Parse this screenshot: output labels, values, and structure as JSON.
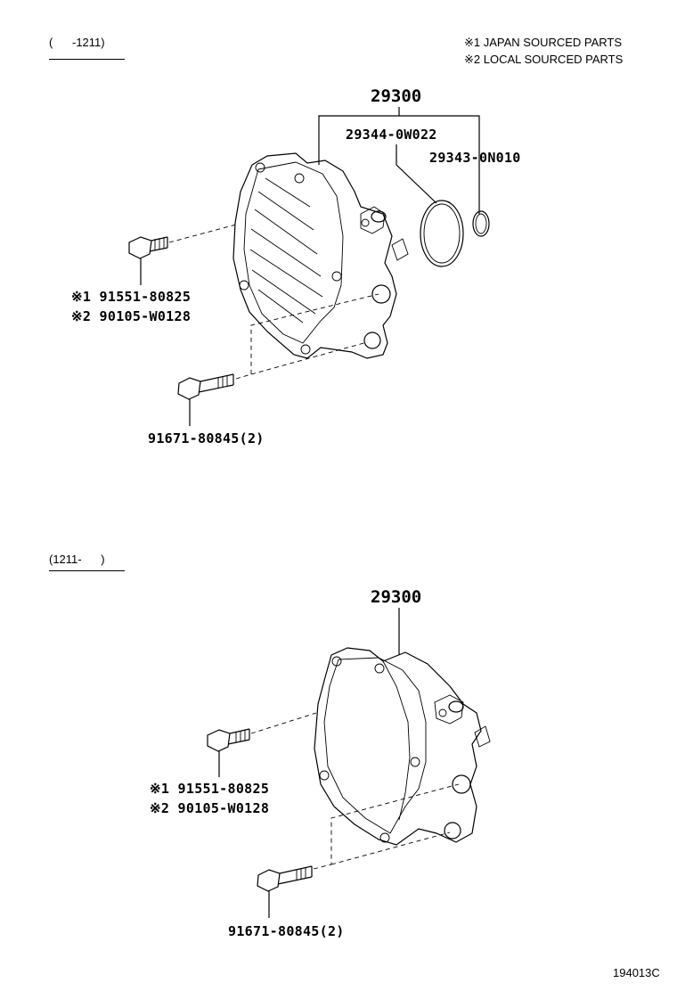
{
  "legend": {
    "note1": "※1 JAPAN SOURCED PARTS",
    "note2": "※2 LOCAL SOURCED PARTS"
  },
  "section_top": {
    "range": "(      -1211)",
    "assembly": "29300",
    "oring_large": "29344-0W022",
    "oring_small": "29343-0N010",
    "bolt_a1": "※1 91551-80825",
    "bolt_a2": "※2 90105-W0128",
    "bolt_b": "91671-80845(2)"
  },
  "section_bottom": {
    "range": "(1211-      )",
    "assembly": "29300",
    "bolt_a1": "※1 91551-80825",
    "bolt_a2": "※2 90105-W0128",
    "bolt_b": "91671-80845(2)"
  },
  "figure_code": "194013C"
}
